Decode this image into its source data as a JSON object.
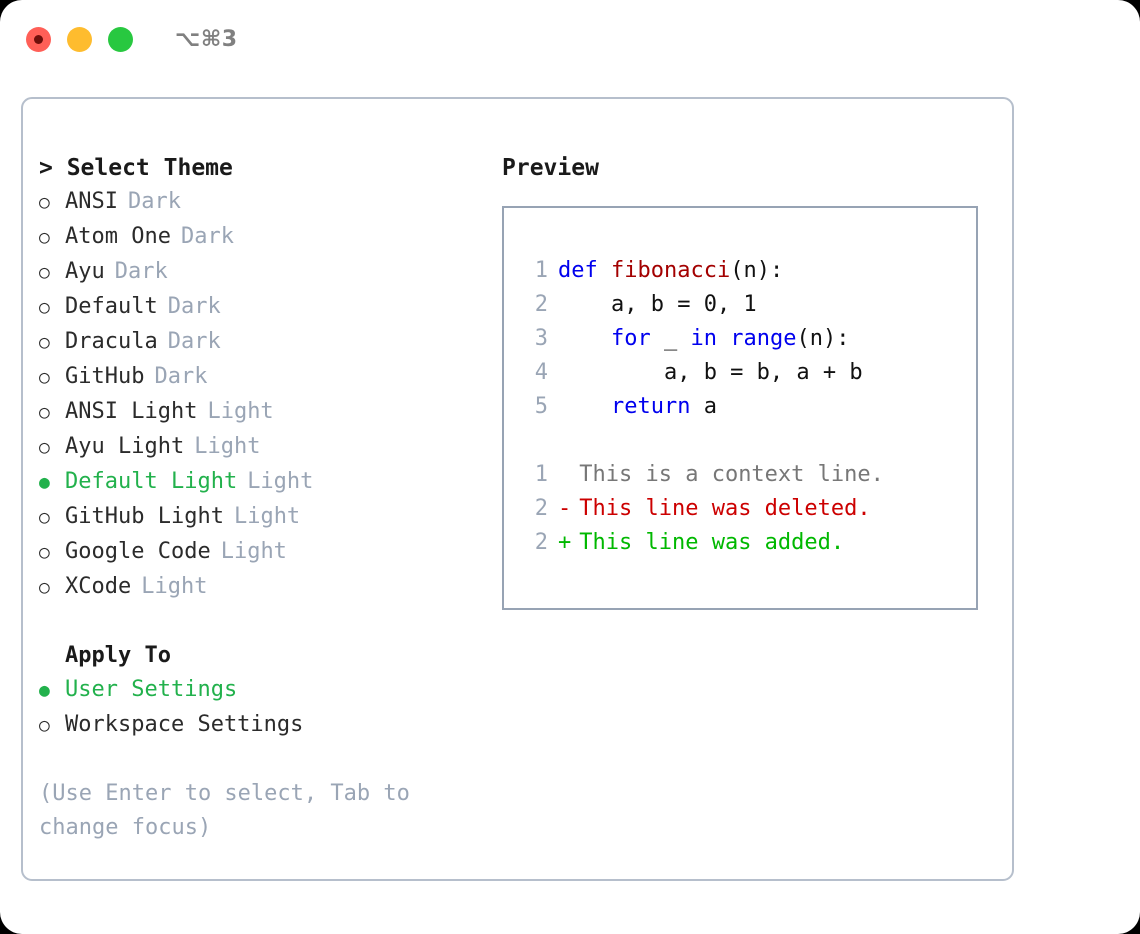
{
  "window": {
    "shortcut": "⌥⌘3",
    "traffic_lights": [
      {
        "name": "close-button",
        "color": "#ff5f57",
        "inner": "#6e0f0b"
      },
      {
        "name": "minimize-button",
        "color": "#febc2e",
        "inner": ""
      },
      {
        "name": "maximize-button",
        "color": "#28c840",
        "inner": ""
      }
    ]
  },
  "theme_panel": {
    "title": "> Select Theme",
    "marker_selected": "●",
    "marker_unselected": "○",
    "items": [
      {
        "label": "ANSI",
        "badge": "Dark",
        "selected": false
      },
      {
        "label": "Atom One",
        "badge": "Dark",
        "selected": false
      },
      {
        "label": "Ayu",
        "badge": "Dark",
        "selected": false
      },
      {
        "label": "Default",
        "badge": "Dark",
        "selected": false
      },
      {
        "label": "Dracula",
        "badge": "Dark",
        "selected": false
      },
      {
        "label": "GitHub",
        "badge": "Dark",
        "selected": false
      },
      {
        "label": "ANSI Light",
        "badge": "Light",
        "selected": false
      },
      {
        "label": "Ayu Light",
        "badge": "Light",
        "selected": false
      },
      {
        "label": "Default Light",
        "badge": "Light",
        "selected": true
      },
      {
        "label": "GitHub Light",
        "badge": "Light",
        "selected": false
      },
      {
        "label": "Google Code",
        "badge": "Light",
        "selected": false
      },
      {
        "label": "XCode",
        "badge": "Light",
        "selected": false
      }
    ]
  },
  "apply_to": {
    "title": "Apply To",
    "items": [
      {
        "label": "User Settings",
        "selected": true
      },
      {
        "label": "Workspace Settings",
        "selected": false
      }
    ]
  },
  "hint": "(Use Enter to select, Tab to change focus)",
  "preview": {
    "title": "Preview",
    "code_lines": [
      {
        "no": "1",
        "tokens": [
          {
            "text": "def ",
            "type": "kw"
          },
          {
            "text": "fibonacci",
            "type": "fn"
          },
          {
            "text": "(n):",
            "type": "plain"
          }
        ]
      },
      {
        "no": "2",
        "tokens": [
          {
            "text": "    a, b = 0, 1",
            "type": "plain"
          }
        ]
      },
      {
        "no": "3",
        "tokens": [
          {
            "text": "    ",
            "type": "plain"
          },
          {
            "text": "for",
            "type": "kw"
          },
          {
            "text": " _ ",
            "type": "plain"
          },
          {
            "text": "in",
            "type": "kw"
          },
          {
            "text": " ",
            "type": "plain"
          },
          {
            "text": "range",
            "type": "kw"
          },
          {
            "text": "(n):",
            "type": "plain"
          }
        ]
      },
      {
        "no": "4",
        "tokens": [
          {
            "text": "        a, b = b, a + b",
            "type": "plain"
          }
        ]
      },
      {
        "no": "5",
        "tokens": [
          {
            "text": "    ",
            "type": "plain"
          },
          {
            "text": "return",
            "type": "kw"
          },
          {
            "text": " a",
            "type": "plain"
          }
        ]
      }
    ],
    "diff_lines": [
      {
        "no": "1",
        "marker": " ",
        "text": "This is a context line.",
        "type": "context"
      },
      {
        "no": "2",
        "marker": "-",
        "text": "This line was deleted.",
        "type": "del"
      },
      {
        "no": "2",
        "marker": "+",
        "text": "This line was added.",
        "type": "add"
      }
    ]
  },
  "colors": {
    "accent_green": "#22b14c",
    "badge_gray": "#9aa5b5",
    "border": "#b6bfcc",
    "keyword_blue": "#0000ee",
    "function_red": "#a30000",
    "diff_add_green": "#00b800",
    "diff_del_red": "#cc0000"
  }
}
